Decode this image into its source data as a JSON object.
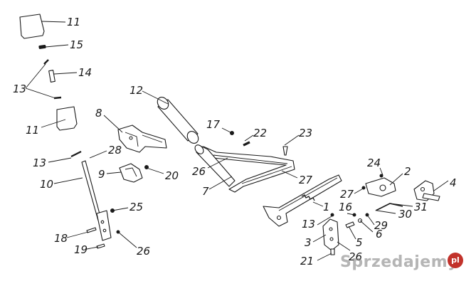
{
  "callouts": [
    {
      "id": "c11a",
      "text": "11"
    },
    {
      "id": "c15",
      "text": "15"
    },
    {
      "id": "c14",
      "text": "14"
    },
    {
      "id": "c13a",
      "text": "13"
    },
    {
      "id": "c11b",
      "text": "11"
    },
    {
      "id": "c12",
      "text": "12"
    },
    {
      "id": "c8",
      "text": "8"
    },
    {
      "id": "c13b",
      "text": "13"
    },
    {
      "id": "c28",
      "text": "28"
    },
    {
      "id": "c10",
      "text": "10"
    },
    {
      "id": "c9",
      "text": "9"
    },
    {
      "id": "c20",
      "text": "20"
    },
    {
      "id": "c25",
      "text": "25"
    },
    {
      "id": "c18",
      "text": "18"
    },
    {
      "id": "c19",
      "text": "19"
    },
    {
      "id": "c26a",
      "text": "26"
    },
    {
      "id": "c17",
      "text": "17"
    },
    {
      "id": "c22",
      "text": "22"
    },
    {
      "id": "c23",
      "text": "23"
    },
    {
      "id": "c26b",
      "text": "26"
    },
    {
      "id": "c27a",
      "text": "27"
    },
    {
      "id": "c7",
      "text": "7"
    },
    {
      "id": "c1",
      "text": "1"
    },
    {
      "id": "c24",
      "text": "24"
    },
    {
      "id": "c2",
      "text": "2"
    },
    {
      "id": "c27b",
      "text": "27"
    },
    {
      "id": "c4",
      "text": "4"
    },
    {
      "id": "c31",
      "text": "31"
    },
    {
      "id": "c16",
      "text": "16"
    },
    {
      "id": "c30",
      "text": "30"
    },
    {
      "id": "c13c",
      "text": "13"
    },
    {
      "id": "c29",
      "text": "29"
    },
    {
      "id": "c6",
      "text": "6"
    },
    {
      "id": "c5",
      "text": "5"
    },
    {
      "id": "c3",
      "text": "3"
    },
    {
      "id": "c26c",
      "text": "26"
    },
    {
      "id": "c21",
      "text": "21"
    }
  ],
  "watermark": {
    "text": "Sprzedajemy",
    "badge": "pl",
    "color": "#c2322b"
  }
}
